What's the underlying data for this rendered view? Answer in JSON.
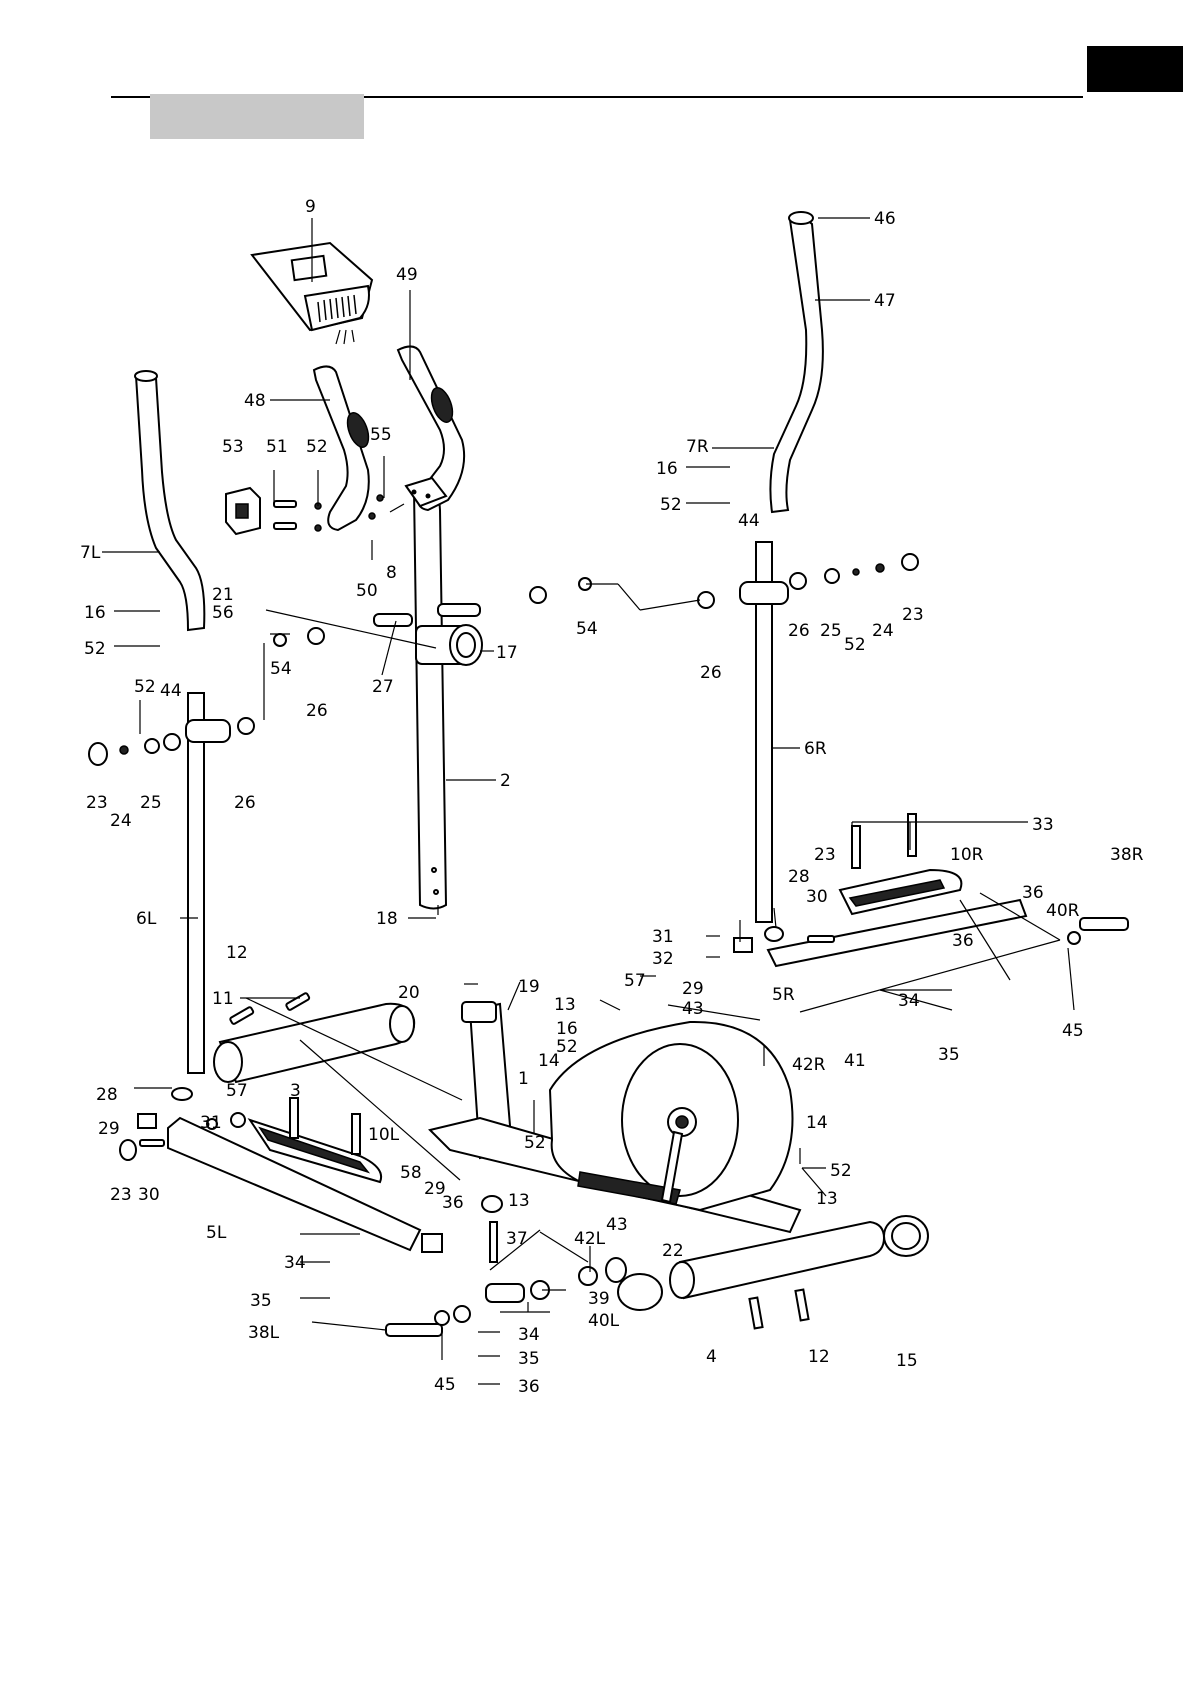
{
  "labels": {
    "l1": "1",
    "l2": "2",
    "l3": "3",
    "l4": "4",
    "l5L": "5L",
    "l5R": "5R",
    "l6L": "6L",
    "l6R": "6R",
    "l7L": "7L",
    "l7R": "7R",
    "l8": "8",
    "l9": "9",
    "l10L": "10L",
    "l10R": "10R",
    "l11": "11",
    "l12a": "12",
    "l12b": "12",
    "l13a": "13",
    "l13b": "13",
    "l13c": "13",
    "l14a": "14",
    "l14b": "14",
    "l15": "15",
    "l16a": "16",
    "l16b": "16",
    "l16c": "16",
    "l17": "17",
    "l18": "18",
    "l19": "19",
    "l20": "20",
    "l21": "21",
    "l22": "22",
    "l23a": "23",
    "l23b": "23",
    "l23c": "23",
    "l23d": "23",
    "l24a": "24",
    "l24b": "24",
    "l25a": "25",
    "l25b": "25",
    "l26a": "26",
    "l26b": "26",
    "l26c": "26",
    "l26d": "26",
    "l27": "27",
    "l28a": "28",
    "l28b": "28",
    "l29a": "29",
    "l29b": "29",
    "l29c": "29",
    "l30a": "30",
    "l30b": "30",
    "l31a": "31",
    "l31b": "31",
    "l32": "32",
    "l33": "33",
    "l34a": "34",
    "l34b": "34",
    "l34c": "34",
    "l35a": "35",
    "l35b": "35",
    "l35c": "35",
    "l36a": "36",
    "l36b": "36",
    "l36c": "36",
    "l36d": "36",
    "l37": "37",
    "l38L": "38L",
    "l38R": "38R",
    "l39": "39",
    "l40L": "40L",
    "l40R": "40R",
    "l41": "41",
    "l42L": "42L",
    "l42R": "42R",
    "l43a": "43",
    "l43b": "43",
    "l44a": "44",
    "l44b": "44",
    "l45a": "45",
    "l45b": "45",
    "l46": "46",
    "l47": "47",
    "l48": "48",
    "l49": "49",
    "l50": "50",
    "l51": "51",
    "l52a": "52",
    "l52b": "52",
    "l52c": "52",
    "l52d": "52",
    "l52e": "52",
    "l52f": "52",
    "l52g": "52",
    "l53": "53",
    "l54a": "54",
    "l54b": "54",
    "l55": "55",
    "l56": "56",
    "l57a": "57",
    "l57b": "57",
    "l58": "58"
  }
}
